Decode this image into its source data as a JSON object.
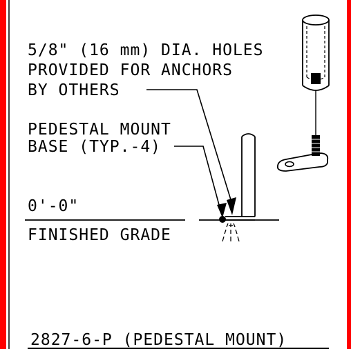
{
  "notes": {
    "holes": {
      "line1": "5/8\" (16 mm) DIA. HOLES",
      "line2": "PROVIDED FOR ANCHORS",
      "line3": "BY OTHERS"
    },
    "base": {
      "line1": "PEDESTAL MOUNT",
      "line2": "BASE (TYP.-4)"
    },
    "grade": {
      "elevation": "0'-0\"",
      "label": "FINISHED GRADE"
    }
  },
  "drawing_title": "2827-6-P (PEDESTAL MOUNT)",
  "colors": {
    "border_red": "#ff0000",
    "ink": "#000000",
    "paper": "#ffffff"
  }
}
